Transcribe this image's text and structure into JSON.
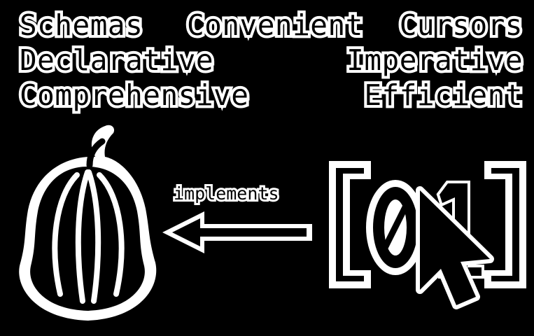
{
  "left_column": {
    "title": "Schemas",
    "line1": "Declarative",
    "line2": "Comprehensive"
  },
  "center": {
    "title": "Convenient"
  },
  "right_column": {
    "title": "Cursors",
    "line1": "Imperative",
    "line2": "Efficient"
  },
  "arrow": {
    "label": "implements"
  },
  "right_icon": {
    "bracket_left": "[",
    "digit_zero": "0",
    "digit_one": "1",
    "bracket_right": "]"
  },
  "colors": {
    "background": "#000000",
    "foreground": "#ffffff",
    "text_fill": "#000000"
  },
  "icons": [
    "gourd-icon",
    "arrow-left-icon",
    "binary-brackets-icon",
    "mouse-cursor-icon"
  ]
}
